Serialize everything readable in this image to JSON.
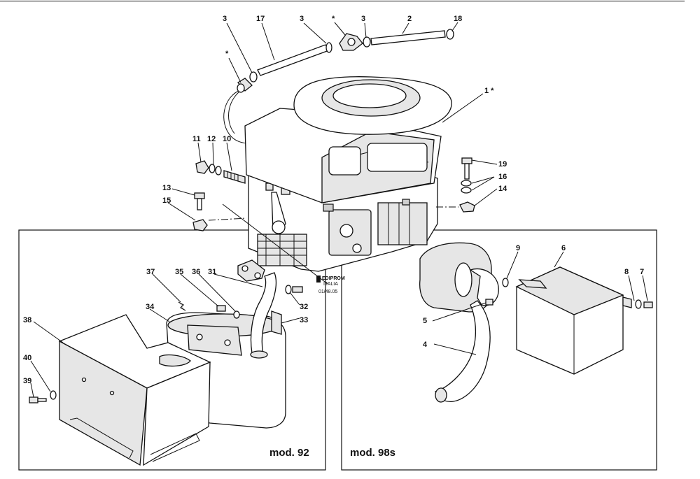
{
  "labels": {
    "l3a": "3",
    "l17": "17",
    "l3b": "3",
    "lstar_top": "*",
    "l3c": "3",
    "l2": "2",
    "l18": "18",
    "lstar_left": "*",
    "l1": "1 *",
    "l11": "11",
    "l12": "12",
    "l10": "10",
    "l19": "19",
    "l16": "16",
    "l14": "14",
    "l13": "13",
    "l15": "15",
    "l37": "37",
    "l35": "35",
    "l36": "36",
    "l31": "31",
    "l32": "32",
    "l33": "33",
    "l34": "34",
    "l38": "38",
    "l40": "40",
    "l39": "39",
    "l9": "9",
    "l6": "6",
    "l8": "8",
    "l7": "7",
    "l5": "5",
    "l4": "4"
  },
  "models": {
    "left": "mod. 92",
    "right": "mod. 98s"
  },
  "watermark": {
    "brand": "EDIPROM",
    "sub": "ITALIA",
    "code": "01/48.05"
  }
}
